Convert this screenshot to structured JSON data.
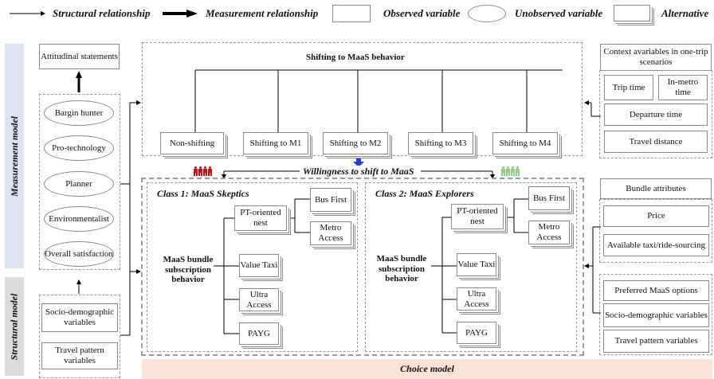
{
  "legend": {
    "structural": "Structural relationship",
    "measurement": "Measurement relationship",
    "observed": "Observed variable",
    "unobserved": "Unobserved variable",
    "alternative": "Alternative"
  },
  "side_labels": {
    "measurement_model": "Measurement model",
    "structural_model": "Structural model"
  },
  "left": {
    "attitudinal": "Attitudinal statements",
    "latent": [
      "Bargin hunter",
      "Pro-technology",
      "Planner",
      "Environmentalist",
      "Overall satisfaction"
    ],
    "structural_vars": [
      "Socio-demographic variables",
      "Travel pattern variables"
    ]
  },
  "shifting": {
    "title": "Shifting to MaaS behavior",
    "alternatives": [
      "Non-shifting",
      "Shifting to M1",
      "Shifting to M2",
      "Shifting to M3",
      "Shifting to M4"
    ]
  },
  "willingness": "Willingness to shift to MaaS",
  "classes": [
    {
      "title": "Class 1: MaaS Skeptics",
      "behavior": "MaaS bundle subscription behavior",
      "nest": "PT-oriented nest",
      "nest_children": [
        "Bus First",
        "Metro Access"
      ],
      "others": [
        "Value Taxi",
        "Ultra Access",
        "PAYG"
      ],
      "icon_color": "#cc1111"
    },
    {
      "title": "Class 2: MaaS Explorers",
      "behavior": "MaaS bundle subscription behavior",
      "nest": "PT-oriented nest",
      "nest_children": [
        "Bus First",
        "Metro Access"
      ],
      "others": [
        "Value Taxi",
        "Ultra Access",
        "PAYG"
      ],
      "icon_color": "#8fcf7f"
    }
  ],
  "right": {
    "context_title": "Context avariables in one-trip scenarios",
    "context_vars": [
      "Trip time",
      "In-metro time",
      "Departure time",
      "Travel distance"
    ],
    "bundle_title": "Bundle attributes",
    "bundle_vars": [
      "Price",
      "Available taxi/ride-sourcing"
    ],
    "other_vars": [
      "Preferred MaaS options",
      "Socio-demographic variables",
      "Travel pattern variables"
    ]
  },
  "choice_model": "Choice model",
  "colors": {
    "measurement_band": "#dde3f3",
    "structural_band": "#dcdcdc",
    "choice_band": "#fbe3d8",
    "blue_arrow": "#1f3fe0"
  }
}
